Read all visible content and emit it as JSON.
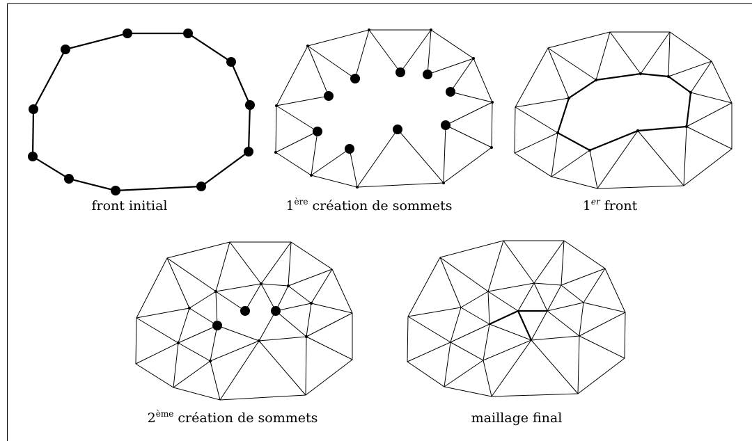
{
  "panels": [
    {
      "caption": "front initial"
    },
    {
      "caption_pre": "1",
      "caption_sup": "ère",
      "caption_post": " création de sommets"
    },
    {
      "caption_pre": "1",
      "caption_sup": "er",
      "caption_post": " front"
    },
    {
      "caption_pre": "2",
      "caption_sup": "ème",
      "caption_post": " création de sommets"
    },
    {
      "caption": "maillage final"
    }
  ]
}
